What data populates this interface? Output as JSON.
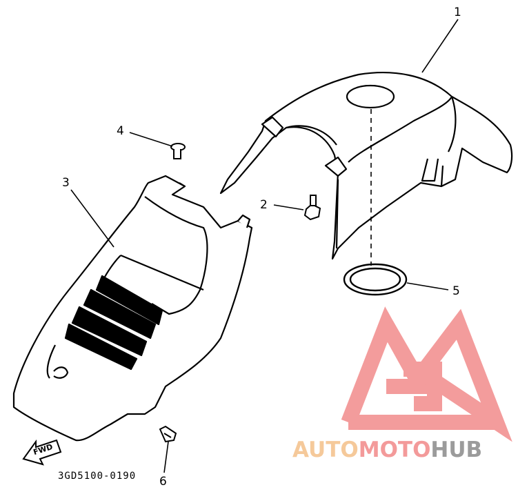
{
  "diagram": {
    "callouts": [
      {
        "id": "1",
        "label": "1"
      },
      {
        "id": "2",
        "label": "2"
      },
      {
        "id": "3",
        "label": "3"
      },
      {
        "id": "4",
        "label": "4"
      },
      {
        "id": "5",
        "label": "5"
      },
      {
        "id": "6",
        "label": "6"
      }
    ],
    "arrow_label": "FWD",
    "part_code": "3GD5100-0190"
  },
  "watermark": {
    "part1": "AUTO",
    "part2": "MOTO",
    "part3": "HUB",
    "colors": {
      "auto": "#f5c99a",
      "moto": "#f39a9a",
      "hub": "#9b9b9b",
      "logo": "#f28b8b"
    }
  }
}
